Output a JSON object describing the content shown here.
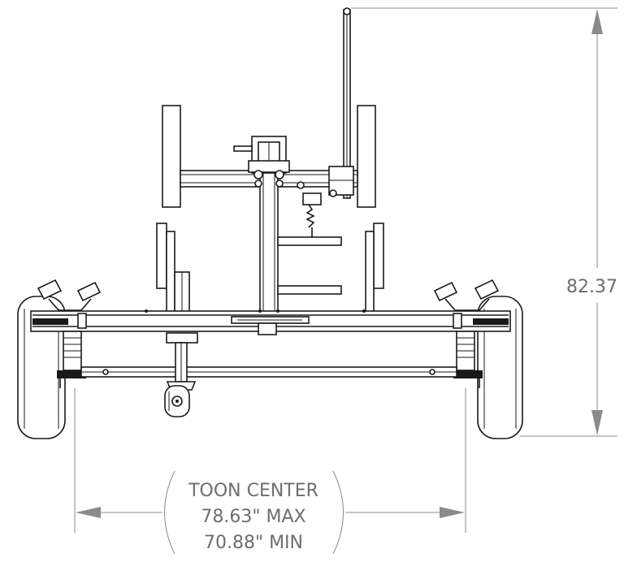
{
  "drawing": {
    "height_dimension": "82.37",
    "width_callout": {
      "line1": "TOON CENTER",
      "line2": "78.63\" MAX",
      "line3": "70.88\" MIN"
    }
  }
}
